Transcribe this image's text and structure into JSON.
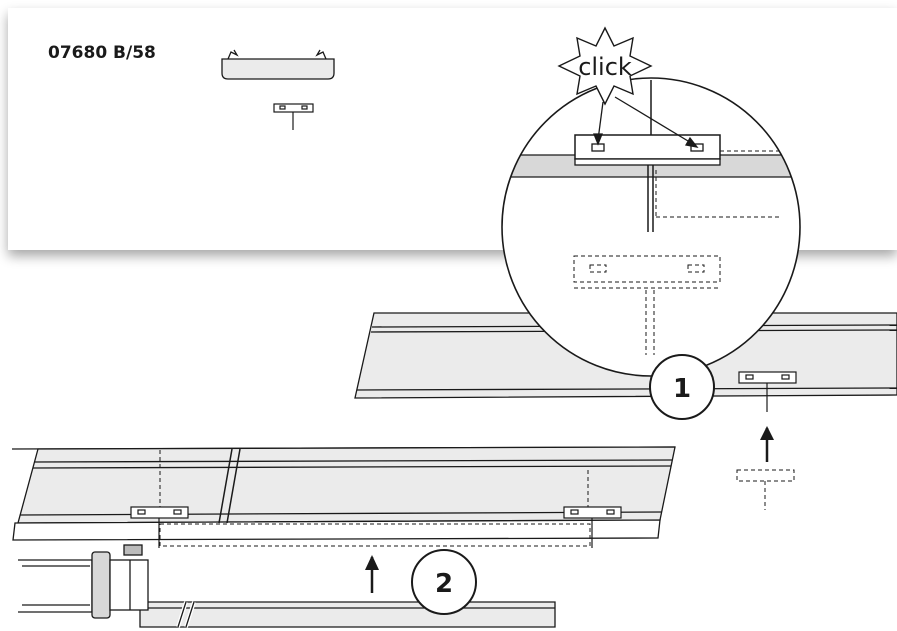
{
  "product_code": "07680 B/58",
  "click_text": "click",
  "steps": [
    "1",
    "2"
  ],
  "icons": [
    "clip-icon",
    "bracket-icon",
    "magnifier-circle",
    "click-starburst",
    "up-arrow-icon"
  ],
  "colors": {
    "line": "#1a1a1a",
    "profile_fill": "#ebebeb",
    "band_fill": "#d8d8d8",
    "panel_bg": "#ffffff"
  }
}
